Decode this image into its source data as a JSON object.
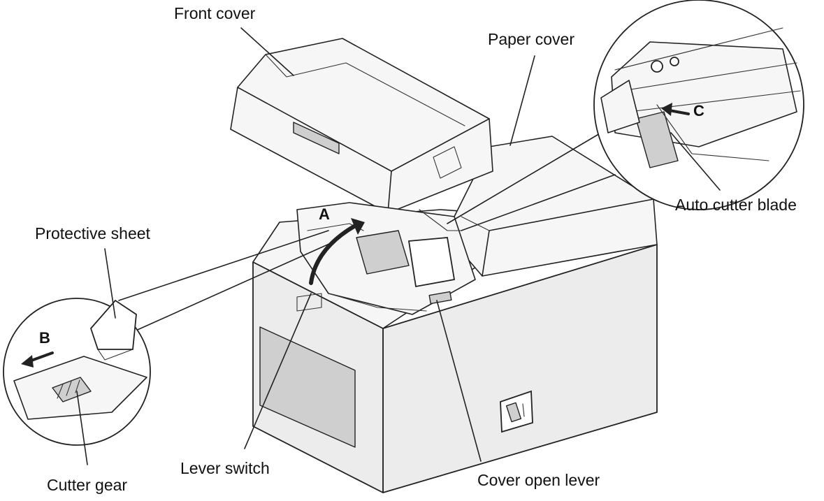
{
  "labels": {
    "front_cover": "Front cover",
    "paper_cover": "Paper cover",
    "auto_cutter_blade": "Auto cutter blade",
    "protective_sheet": "Protective sheet",
    "cutter_gear": "Cutter gear",
    "lever_switch": "Lever switch",
    "cover_open_lever": "Cover open lever"
  },
  "markers": {
    "a": "A",
    "b": "B",
    "c": "C"
  }
}
